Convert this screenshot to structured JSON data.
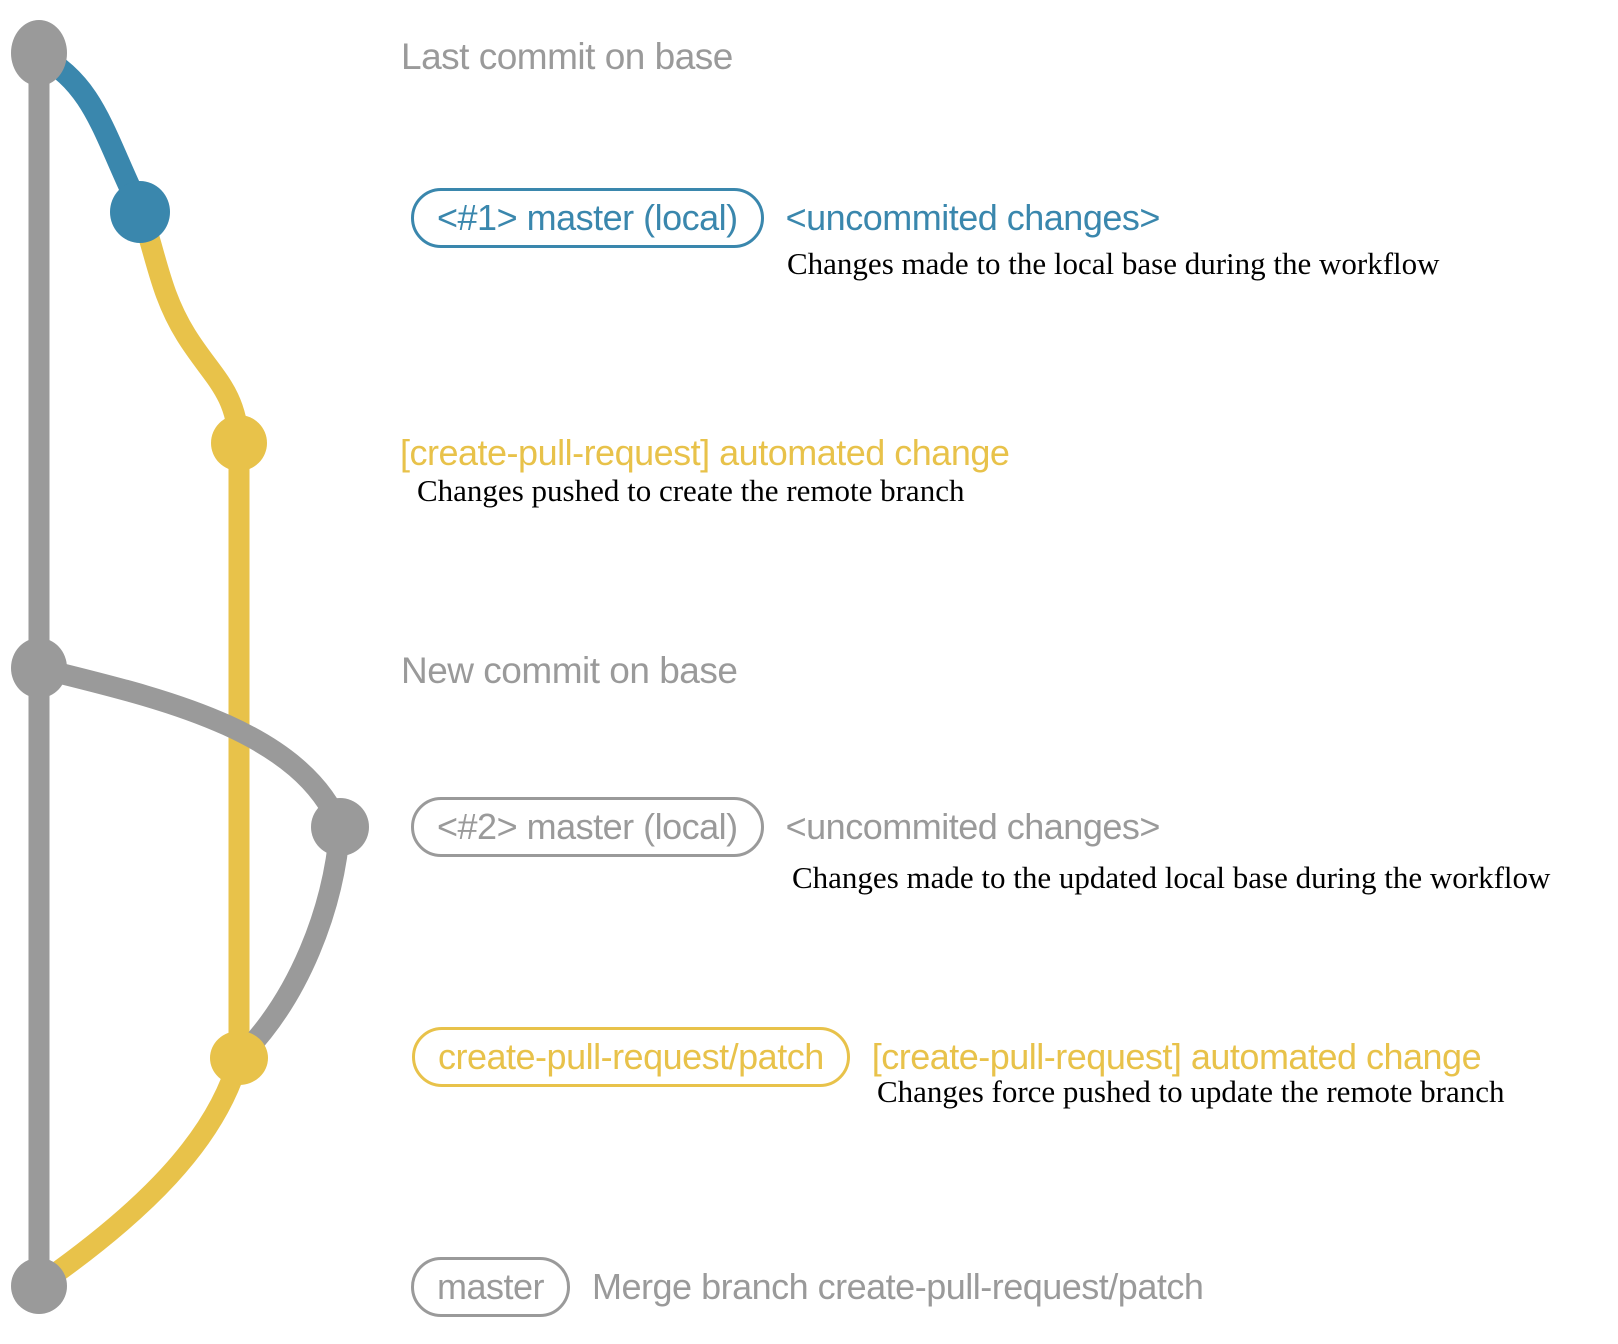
{
  "colors": {
    "gray": "#9a9a9a",
    "blue": "#3a87ad",
    "yellow": "#e8c24a",
    "ink": "#000000",
    "background": "#ffffff"
  },
  "graph": {
    "branches": [
      {
        "id": "base",
        "color_key": "gray"
      },
      {
        "id": "local-master",
        "color_key": "blue"
      },
      {
        "id": "create-pull-request-patch",
        "color_key": "yellow"
      }
    ],
    "commit_dots": [
      {
        "id": "last-commit-on-base",
        "color_key": "gray"
      },
      {
        "id": "local-uncommited-1",
        "color_key": "blue"
      },
      {
        "id": "automated-change-1",
        "color_key": "yellow"
      },
      {
        "id": "new-commit-on-base",
        "color_key": "gray"
      },
      {
        "id": "local-uncommited-2",
        "color_key": "gray"
      },
      {
        "id": "automated-change-2",
        "color_key": "yellow"
      },
      {
        "id": "merge-commit",
        "color_key": "gray"
      }
    ]
  },
  "annotations": {
    "last_commit": {
      "text": "Last commit on base"
    },
    "row1": {
      "badge": "<#1> master (local)",
      "message": "<uncommited changes>",
      "detail": "Changes made to the local base during the workflow"
    },
    "row2": {
      "message": "[create-pull-request] automated change",
      "detail": "Changes pushed to create the remote branch"
    },
    "new_commit": {
      "text": "New commit on base"
    },
    "row3": {
      "badge": "<#2> master (local)",
      "message": "<uncommited changes>",
      "detail": "Changes made to the updated local base during the workflow"
    },
    "row4": {
      "badge": "create-pull-request/patch",
      "message": "[create-pull-request] automated change",
      "detail": "Changes force pushed to update the remote branch"
    },
    "row5": {
      "badge": "master",
      "message": "Merge branch create-pull-request/patch"
    }
  }
}
